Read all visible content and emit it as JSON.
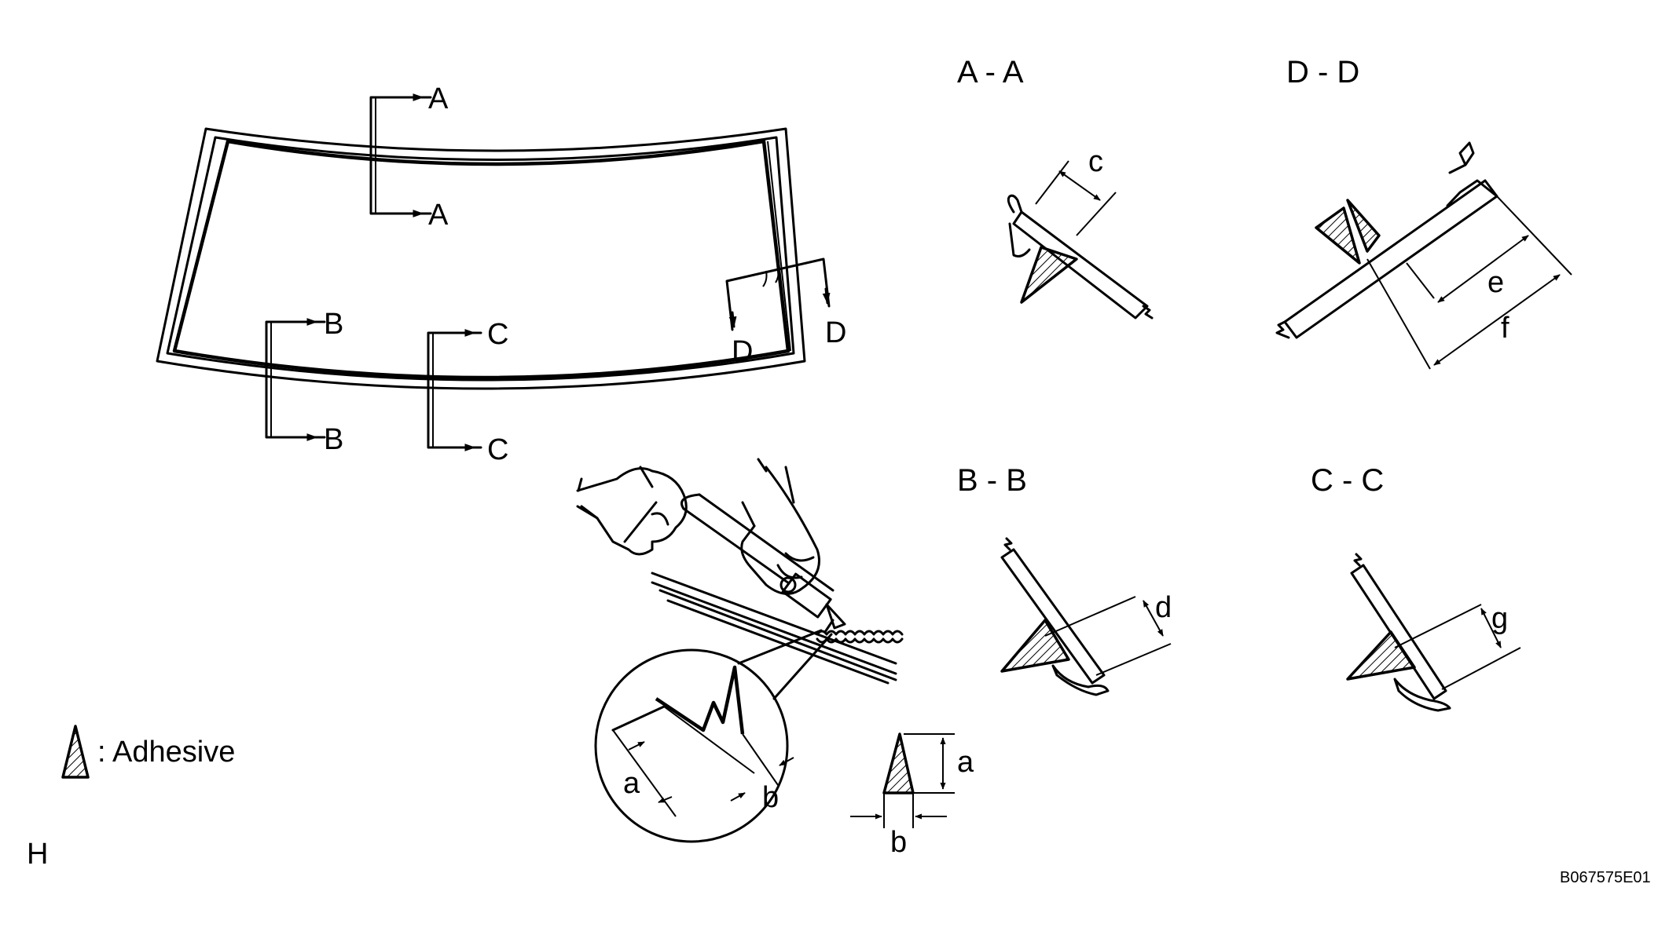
{
  "labels": {
    "section_a": "A",
    "section_b": "B",
    "section_c": "C",
    "section_d": "D",
    "title_aa": "A - A",
    "title_bb": "B - B",
    "title_cc": "C - C",
    "title_dd": "D - D",
    "dim_a": "a",
    "dim_b": "b",
    "dim_c": "c",
    "dim_d": "d",
    "dim_e": "e",
    "dim_f": "f",
    "dim_g": "g",
    "legend": ": Adhesive",
    "corner_mark": "H",
    "figure_code": "B067575E01"
  }
}
